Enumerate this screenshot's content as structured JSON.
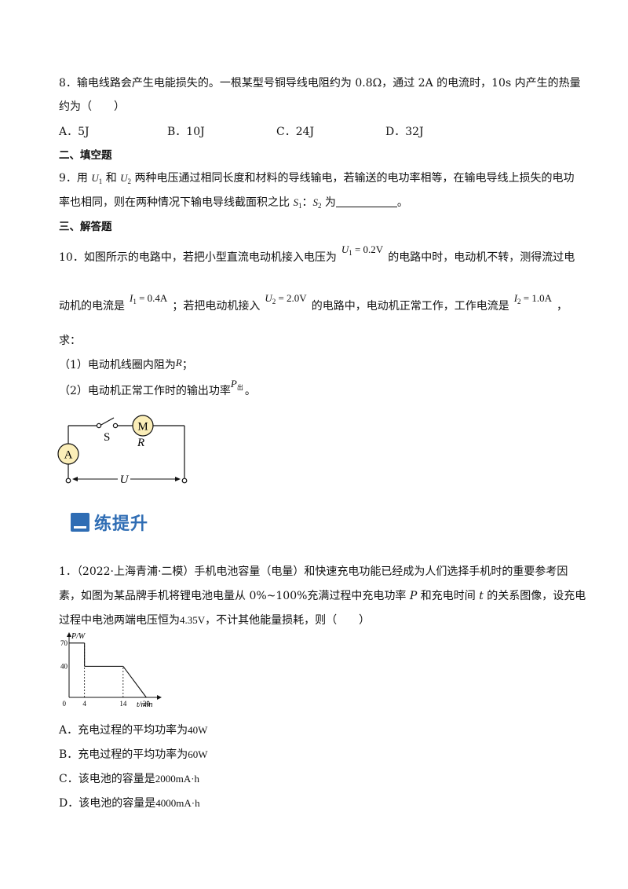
{
  "q8": {
    "line1": "8．输电线路会产生电能损失的。一根某型号铜导线电阻约为 0.8Ω，通过 2A 的电流时，10s 内产生的热量",
    "line2": "约为（　　）",
    "options": [
      "A．5J",
      "B．10J",
      "C．24J",
      "D．32J"
    ]
  },
  "section2": "二、填空题",
  "q9": {
    "l1_a": "9．用 ",
    "u1": "U",
    "u1_sub": "1",
    "l1_b": " 和 ",
    "u2": "U",
    "u2_sub": "2",
    "l1_c": " 两种电压通过相同长度和材料的导线输电，若输送的电功率相等，在输电导线上损失的电功",
    "l2_a": "率也相同，则在两种情况下输电导线截面积之比 ",
    "s1": "S",
    "s1_sub": "1",
    "colon": "：",
    "s2": "S",
    "s2_sub": "2",
    "l2_b": " 为",
    "l2_end": "。"
  },
  "section3": "三、解答题",
  "q10": {
    "l1_a": "10．如图所示的电路中，若把小型直流电动机接入电压为",
    "eq_u1_var": "U",
    "eq_u1_sub": "1",
    "eq_u1_val": " = 0.2V",
    "l1_b": "的电路中时，电动机不转，测得流过电",
    "l2_a": "动机的电流是",
    "eq_i1_var": "I",
    "eq_i1_sub": "1",
    "eq_i1_val": " = 0.4A",
    "l2_b": "；若把电动机接入",
    "eq_u2_var": "U",
    "eq_u2_sub": "2",
    "eq_u2_val": " = 2.0V",
    "l2_c": "的电路中，电动机正常工作，工作电流是",
    "eq_i2_var": "I",
    "eq_i2_sub": "2",
    "eq_i2_val": " = 1.0A",
    "l2_d": "，",
    "l3": "求：",
    "p1_a": "（1）电动机线圈内阻为",
    "p1_var": "R",
    "p1_end": "；",
    "p2_a": "（2）电动机正常工作时的输出功率",
    "p2_var": "P",
    "p2_sub": "出",
    "p2_end": "。",
    "circuit": {
      "switch": "S",
      "motor": "M",
      "resistor": "R",
      "ammeter": "A",
      "voltage": "U"
    }
  },
  "banner": {
    "icon": "book-icon",
    "title": "练提升",
    "color": "#2f6db4"
  },
  "p1": {
    "l1": "1．（2022·上海青浦·二模）手机电池容量（电量）和快速充电功能已经成为人们选择手机时的重要参考因",
    "l2_a": "素，如图为某品牌手机将锂电池电量从 0%~100%充满过程中充电功率 ",
    "l2_p": "P",
    "l2_b": " 和充电时间 ",
    "l2_t": "t",
    "l2_c": " 的关系图像，设充电",
    "l3_a": "过程中电池两端电压恒为",
    "l3_v": "4.35V",
    "l3_b": "，不计其他能量损耗，则（　　）",
    "options": [
      {
        "pre": "A．充电过程的平均功率为",
        "val": "40W"
      },
      {
        "pre": "B．充电过程的平均功率为",
        "val": "60W"
      },
      {
        "pre": "C．该电池的容量是",
        "val": "2000mA·h"
      },
      {
        "pre": "D．该电池的容量是",
        "val": "4000mA·h"
      }
    ]
  },
  "chart_data": {
    "type": "line",
    "x": [
      0,
      4,
      4,
      14,
      20
    ],
    "y": [
      70,
      70,
      40,
      40,
      0
    ],
    "xticks": [
      "0",
      "4",
      "14",
      "20"
    ],
    "yticks": [
      "70",
      "40"
    ],
    "xlabel": "t/min",
    "ylabel": "P/W",
    "xlim": [
      0,
      24
    ],
    "ylim": [
      0,
      85
    ]
  }
}
